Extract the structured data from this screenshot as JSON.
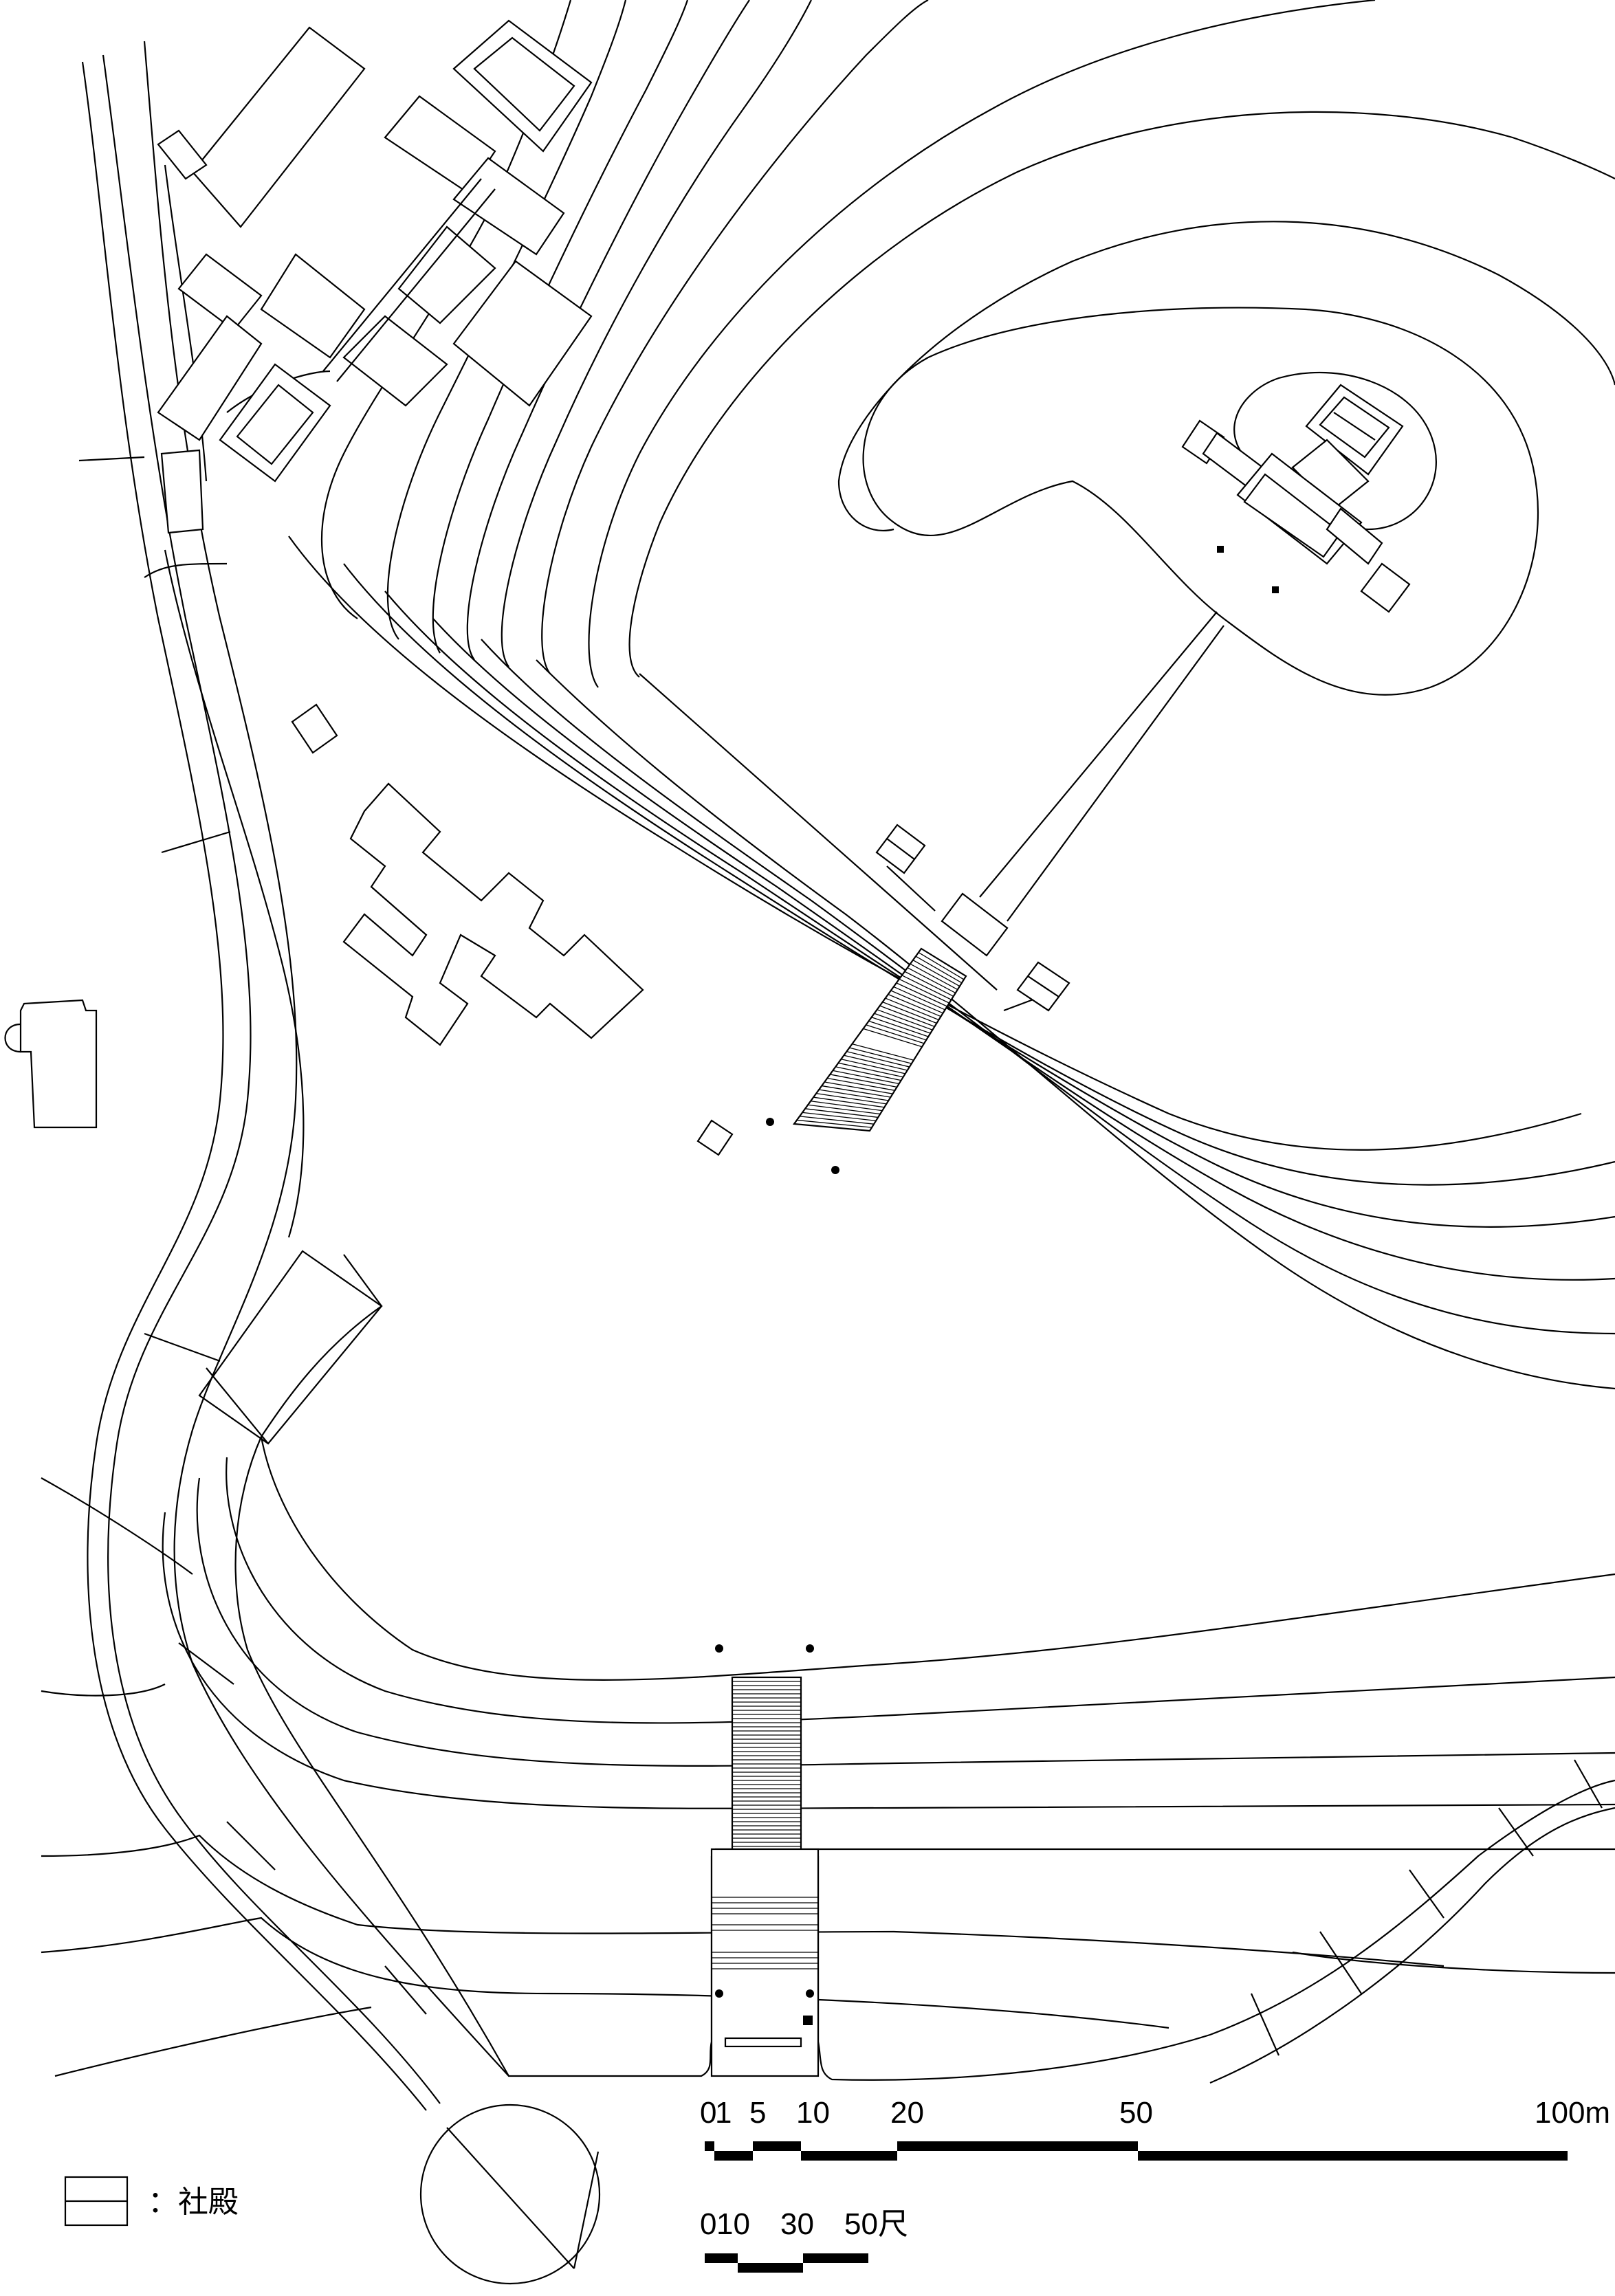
{
  "legend": {
    "label": "：社殿"
  },
  "scale_metric": {
    "ticks": [
      "0",
      "1",
      "5",
      "10",
      "20",
      "50",
      "100m"
    ]
  },
  "scale_shaku": {
    "ticks": [
      "0",
      "10",
      "30",
      "50尺"
    ]
  },
  "colors": {
    "line": "#000000",
    "background": "#ffffff"
  }
}
